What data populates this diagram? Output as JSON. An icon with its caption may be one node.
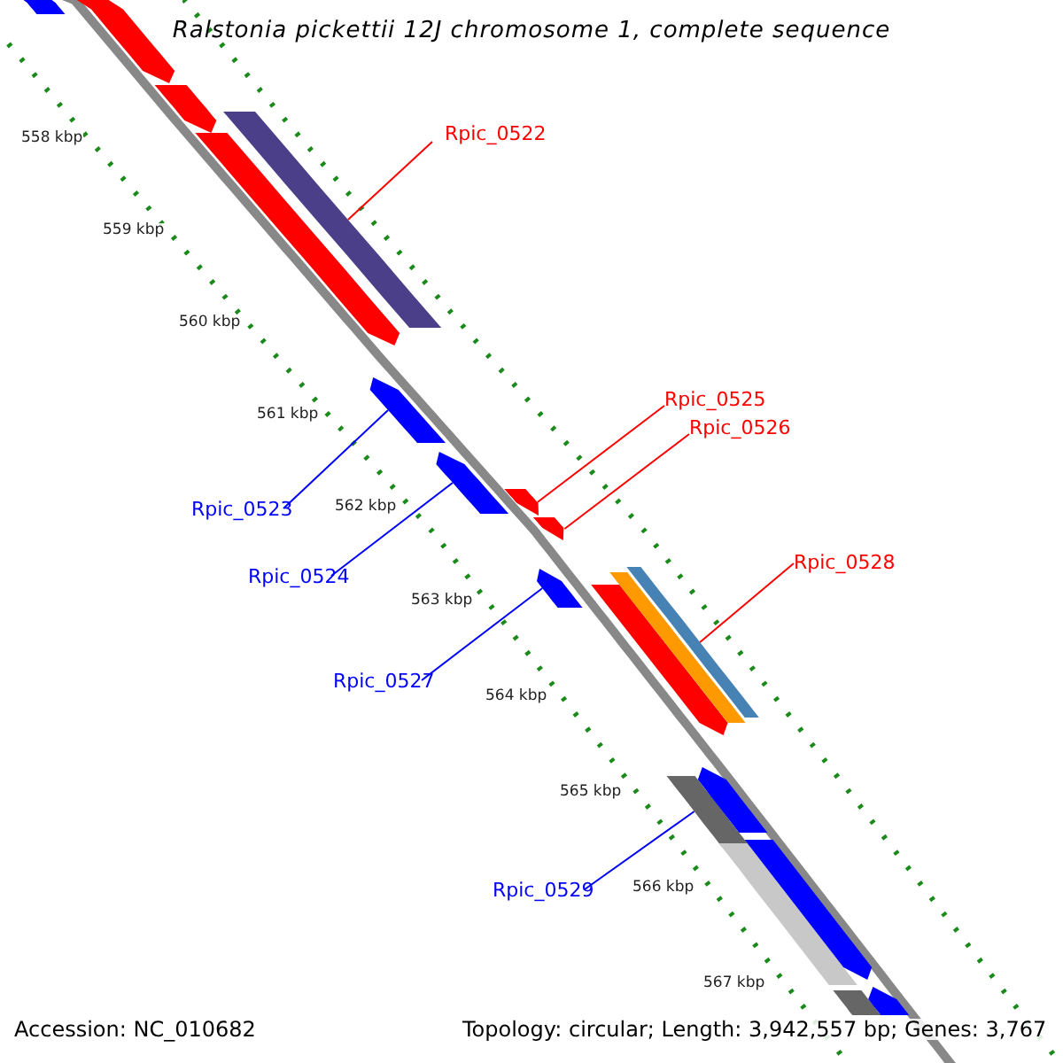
{
  "diagram": {
    "title": "Ralstonia pickettii 12J chromosome 1, complete sequence",
    "nodes": [
      {
        "text": [
          "Rpic_0522"
        ]
      },
      {
        "text": [],
        "shape": "bar"
      },
      {
        "text": [
          "Rpic_0525"
        ]
      },
      {
        "text": [],
        "shape": "bar"
      },
      {
        "text": [
          "Rpic_0526"
        ]
      },
      {
        "text": [],
        "shape": "bar"
      },
      {
        "text": [
          "Rpic_0528"
        ]
      },
      {
        "text": [],
        "shape": "bar"
      },
      {
        "text": [
          "Rpic_0523"
        ]
      },
      {
        "text": [],
        "shape": "bar"
      },
      {
        "text": [
          "Rpic_0524"
        ]
      },
      {
        "text": [],
        "shape": "bar"
      },
      {
        "text": [
          "Rpic_0527"
        ]
      },
      {
        "text": [],
        "shape": "bar"
      },
      {
        "text": [
          "Rpic_0529"
        ]
      },
      {
        "text": [],
        "shape": "bar"
      },
      {
        "text": [],
        "shape": "bar"
      },
      {
        "text": [],
        "shape": "bar"
      },
      {
        "text": [],
        "shape": "bar"
      },
      {
        "text": [],
        "shape": "bar"
      },
      {
        "text": [],
        "shape": "bar"
      },
      {
        "text": [],
        "shape": "bar"
      },
      {
        "text": [],
        "shape": "bar"
      },
      {
        "text": [],
        "shape": "bar"
      },
      {
        "text": [],
        "shape": "bar"
      },
      {
        "text": [],
        "shape": "bar"
      },
      {
        "text": [],
        "shape": "bar"
      }
    ],
    "edges": [
      {
        "from": 0,
        "to": 1,
        "arrow": "none",
        "color": "#ff0000"
      },
      {
        "from": 2,
        "to": 3,
        "arrow": "none",
        "color": "#ff0000"
      },
      {
        "from": 4,
        "to": 5,
        "arrow": "none",
        "color": "#ff0000"
      },
      {
        "from": 6,
        "to": 7,
        "arrow": "none",
        "color": "#ff0000"
      },
      {
        "from": 8,
        "to": 9,
        "arrow": "none",
        "color": "#0000ff"
      },
      {
        "from": 10,
        "to": 11,
        "arrow": "none",
        "color": "#0000ff"
      },
      {
        "from": 12,
        "to": 13,
        "arrow": "none",
        "color": "#0000ff"
      },
      {
        "from": 14,
        "to": 15,
        "arrow": "none",
        "color": "#0000ff"
      }
    ],
    "labels": [
      "558 kbp",
      "559 kbp",
      "560 kbp",
      "561 kbp",
      "562 kbp",
      "563 kbp",
      "564 kbp",
      "565 kbp",
      "566 kbp",
      "567 kbp",
      "Accession: NC_010682",
      "Topology: circular; Length: 3,942,557 bp; Genes: 3,767"
    ]
  }
}
